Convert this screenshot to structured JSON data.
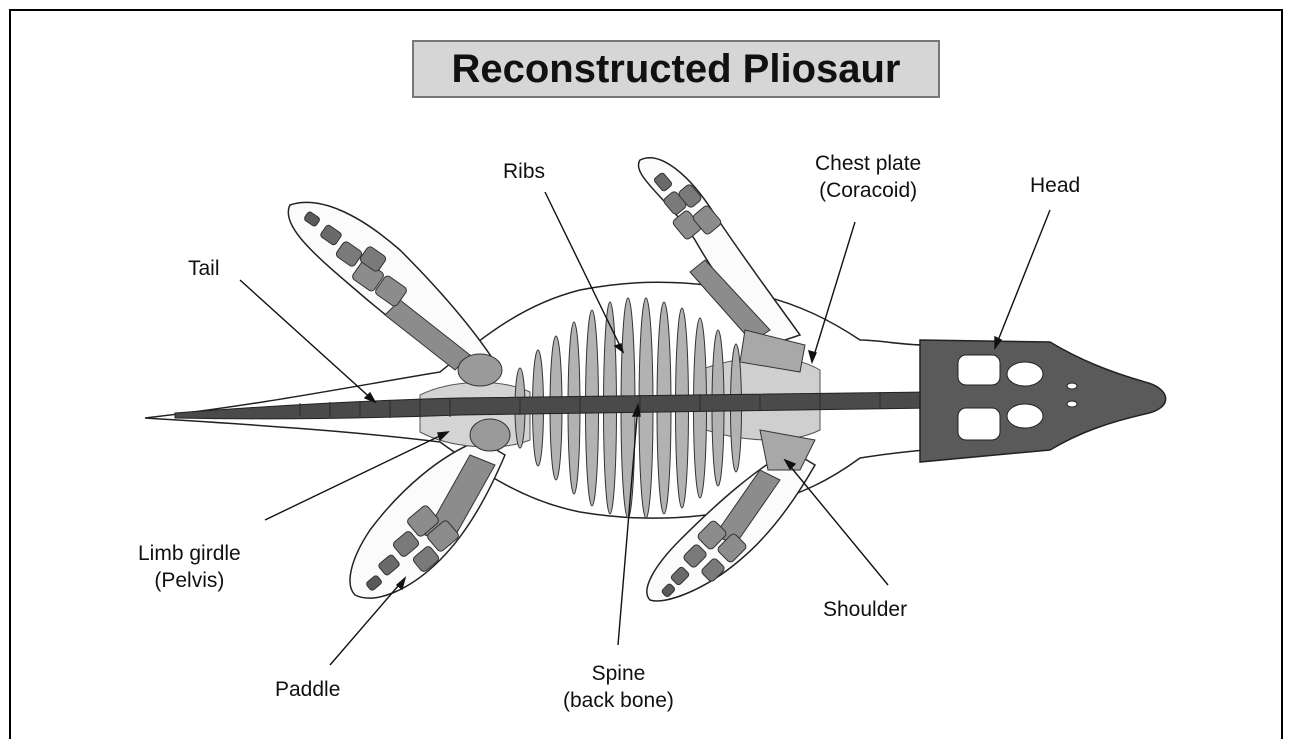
{
  "title": "Reconstructed Pliosaur",
  "labels": {
    "ribs": "Ribs",
    "chest_plate": [
      "Chest plate",
      "(Coracoid)"
    ],
    "head": "Head",
    "tail": "Tail",
    "limb_girdle": [
      "Limb girdle",
      "(Pelvis)"
    ],
    "paddle": "Paddle",
    "spine": [
      "Spine",
      "(back bone)"
    ],
    "shoulder": "Shoulder"
  },
  "colors": {
    "bone_dark": "#4a4a4a",
    "bone_mid": "#8c8c8c",
    "bone_light": "#bdbdbd",
    "title_fill": "#d6d6d6"
  }
}
